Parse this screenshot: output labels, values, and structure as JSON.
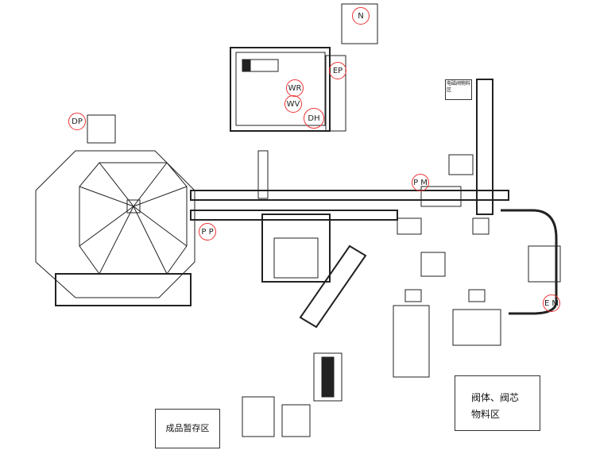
{
  "markers": {
    "n": "N",
    "ep": "EP",
    "wr": "WR",
    "wv": "WV",
    "dh": "DH",
    "dp": "DP",
    "pm": "P M",
    "pp": "P P",
    "em": "E M"
  },
  "areas": {
    "finished": "成品暂存区",
    "valve": "阀体、阀芯",
    "valve2": "物料区",
    "solenoid": "电磁阀物料区"
  },
  "colors": {
    "marker": "#e33",
    "line": "#222"
  }
}
